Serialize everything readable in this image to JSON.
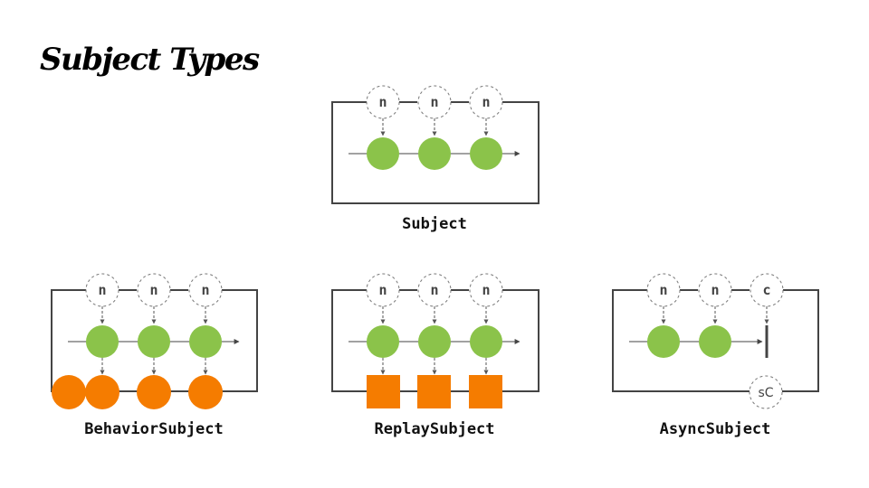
{
  "title": "Subject Types",
  "colors": {
    "green": "#8bc34a",
    "orange": "#f57c00",
    "line": "#444444",
    "dashed": "#777777"
  },
  "diagrams": [
    {
      "id": "subject",
      "label": "Subject",
      "inputs": [
        "n",
        "n",
        "n"
      ],
      "stream": "green-green-green",
      "output": "none"
    },
    {
      "id": "behavior",
      "label": "BehaviorSubject",
      "inputs": [
        "n",
        "n",
        "n"
      ],
      "stream": "green-green-green",
      "output": "orange-circles-4"
    },
    {
      "id": "replay",
      "label": "ReplaySubject",
      "inputs": [
        "n",
        "n",
        "n"
      ],
      "stream": "green-green-green",
      "output": "orange-squares-3"
    },
    {
      "id": "async",
      "label": "AsyncSubject",
      "inputs": [
        "n",
        "n",
        "c"
      ],
      "stream": "green-green-complete",
      "output": "sC"
    }
  ]
}
